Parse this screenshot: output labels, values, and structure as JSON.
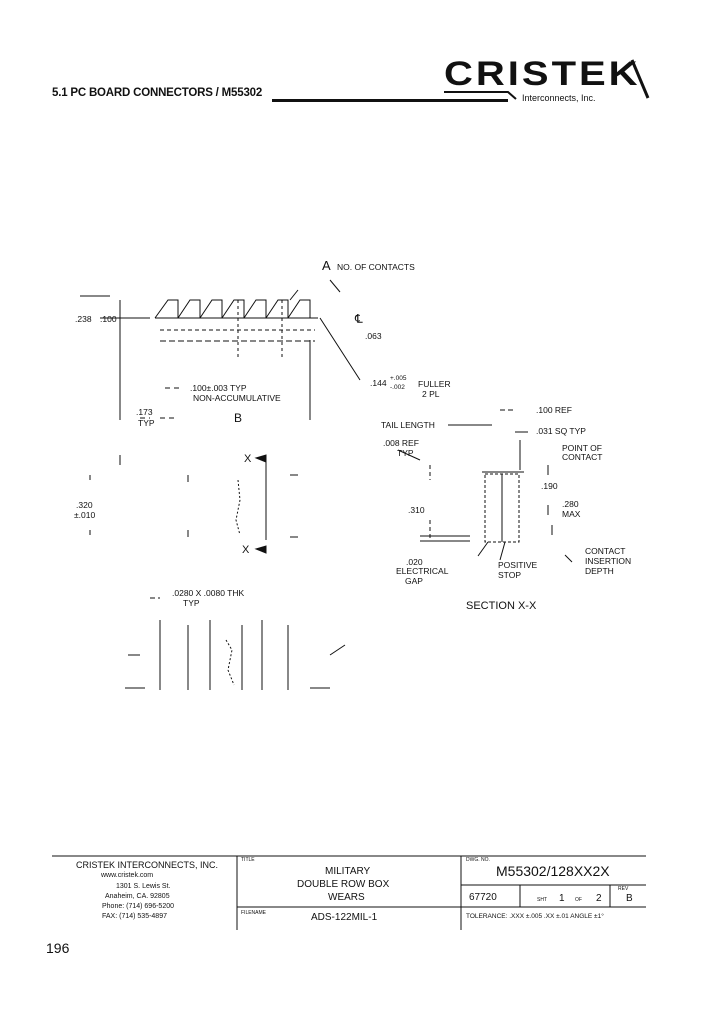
{
  "header": {
    "title": "5.1 PC BOARD CONNECTORS / M55302",
    "logo": "CRISTEK",
    "logo_subtitle": "Interconnects, Inc."
  },
  "drawing_top": {
    "a_label": "A",
    "no_of_contacts": "NO. OF CONTACTS",
    "dim_238": ".238",
    "dim_100": ".100",
    "cl_mark": "℄",
    "dim_063": ".063",
    "dim_144": ".144",
    "tol_plus": "+.005",
    "tol_minus": "-.002",
    "fuller": "FULLER",
    "two_pl": "2 PL",
    "pitch_typ": ".100±.003 TYP",
    "non_accum": "NON-ACCUMULATIVE",
    "dim_173": ".173",
    "typ": "TYP",
    "b_label": "B"
  },
  "drawing_middle": {
    "x_top": "X",
    "x_bottom": "X",
    "dim_320": ".320",
    "tol_010": "±.010"
  },
  "section": {
    "ref_100": ".100 REF",
    "tail_length": "TAIL LENGTH",
    "sq_typ": ".031 SQ TYP",
    "ref_008": ".008 REF",
    "typ": "TYP",
    "point_of": "POINT OF",
    "contact": "CONTACT",
    "dim_190": ".190",
    "dim_280": ".280",
    "max": "MAX",
    "dim_310": ".310",
    "dim_020": ".020",
    "electrical": "ELECTRICAL",
    "gap": "GAP",
    "positive": "POSITIVE",
    "stop": "STOP",
    "contact2": "CONTACT",
    "insertion": "INSERTION",
    "depth": "DEPTH",
    "section_label": "SECTION X-X"
  },
  "pins": {
    "size": ".0280 X .0080 THK",
    "typ": "TYP"
  },
  "title_block": {
    "company": "CRISTEK INTERCONNECTS, INC.",
    "website": "www.cristek.com",
    "address1": "1301 S. Lewis St.",
    "address2": "Anaheim, CA. 92805",
    "phone": "Phone: (714) 696-5200",
    "fax": "FAX: (714) 535-4897",
    "title_hdr": "TITLE",
    "title1": "MILITARY",
    "title2": "DOUBLE ROW BOX",
    "title3": "WEARS",
    "filename_hdr": "FILENAME",
    "filename": "ADS-122MIL-1",
    "dwg_hdr": "DWG. NO.",
    "dwg_no": "M55302/128XX2X",
    "cage": "67720",
    "sht_label": "SHT",
    "sht": "1",
    "of_label": "OF",
    "of": "2",
    "rev_hdr": "REV",
    "rev": "B",
    "tolerance": "TOLERANCE: .XXX ±.005  .XX ±.01  ANGLE ±1°"
  },
  "page_number": "196"
}
